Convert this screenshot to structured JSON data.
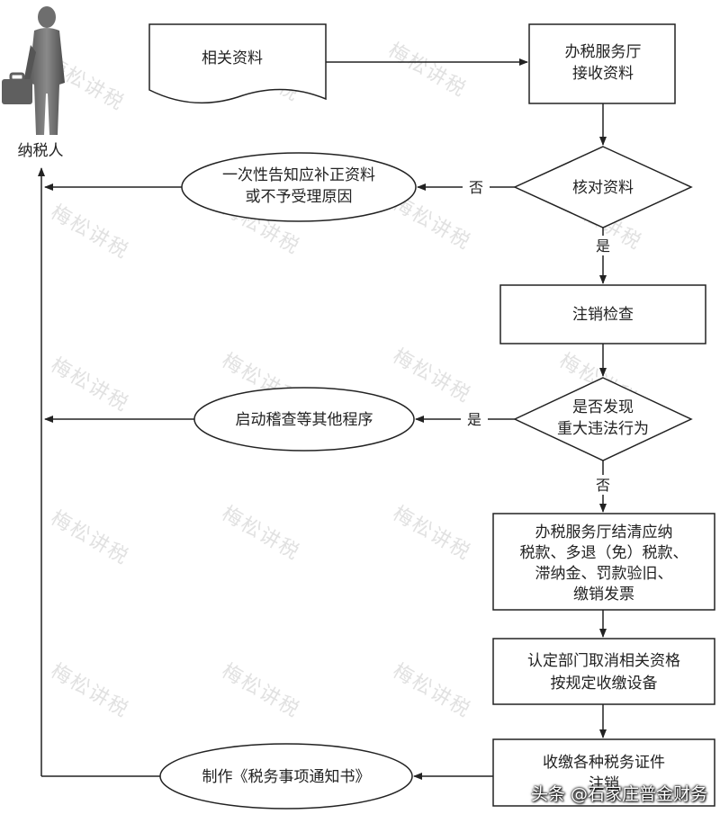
{
  "actor": {
    "label": "纳税人",
    "icon": "businessman-with-briefcase-icon"
  },
  "nodes": {
    "documents": "相关资料",
    "receive": [
      "办税服务厅",
      "接收资料"
    ],
    "verify": "核对资料",
    "notify_incomplete": [
      "一次性告知应补正资料",
      "或不予受理原因"
    ],
    "cancellation_check": "注销检查",
    "violation_check": [
      "是否发现",
      "重大违法行为"
    ],
    "start_inspection": "启动稽查等其他程序",
    "settle": [
      "办税服务厅结清应纳",
      "税款、多退（免）税款、",
      "滞纳金、罚款验旧、",
      "缴销发票"
    ],
    "cancel_qualification": [
      "认定部门取消相关资格",
      "按规定收缴设备"
    ],
    "collect_certificates": [
      "收缴各种税务证件",
      "注销"
    ],
    "make_notice": "制作《税务事项通知书》"
  },
  "edge_labels": {
    "no": "否",
    "yes": "是"
  },
  "watermark": "梅松讲税",
  "footer": "头条 @石家庄普金财务"
}
